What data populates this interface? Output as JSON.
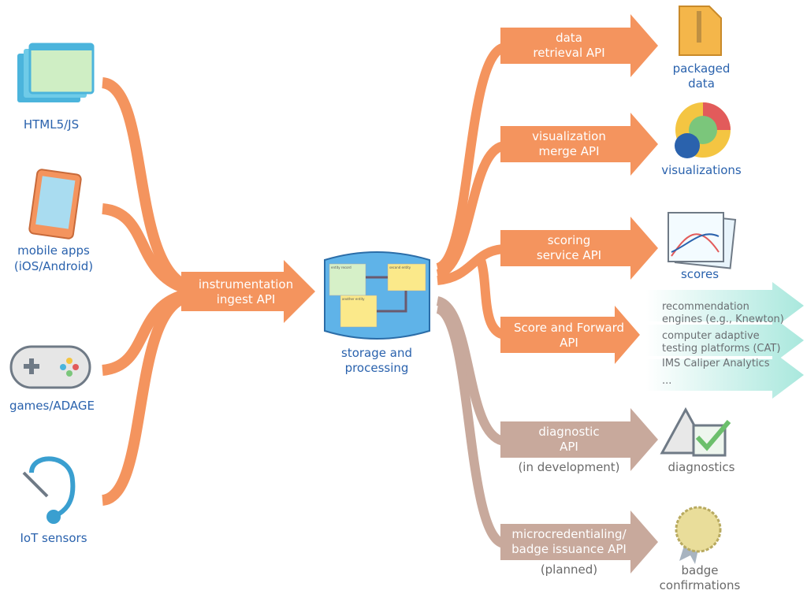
{
  "colors": {
    "orange": "#f4945e",
    "taupe": "#c8a99c",
    "label_blue": "#2a62ad",
    "gray_text": "#6a6a6a",
    "teal": "#bfeee6"
  },
  "sources": [
    {
      "label": "HTML5/JS",
      "icon": "browser-window-icon"
    },
    {
      "label_lines": [
        "mobile apps",
        "(iOS/Android)"
      ],
      "icon": "tablet-icon"
    },
    {
      "label": "games/ADAGE",
      "icon": "gamepad-icon"
    },
    {
      "label": "IoT sensors",
      "icon": "headset-sensor-icon"
    }
  ],
  "ingest": {
    "lines": [
      "instrumentation",
      "ingest API"
    ]
  },
  "storage": {
    "lines": [
      "storage and",
      "processing"
    ],
    "icon": "database-schema-icon",
    "entities": [
      "entity record",
      "second entity",
      "another entity"
    ]
  },
  "outputs": [
    {
      "api": [
        "data",
        "retrieval API"
      ],
      "result": [
        "packaged",
        "data"
      ],
      "icon": "zip-file-icon",
      "status": ""
    },
    {
      "api": [
        "visualization",
        "merge API"
      ],
      "result": [
        "visualizations"
      ],
      "icon": "pie-chart-icon",
      "status": ""
    },
    {
      "api": [
        "scoring",
        "service API"
      ],
      "result": [
        "scores"
      ],
      "icon": "scatter-plot-icon",
      "status": ""
    },
    {
      "api": [
        "Score and Forward",
        "API"
      ],
      "result": [],
      "icon": "",
      "status": ""
    },
    {
      "api": [
        "diagnostic",
        "API"
      ],
      "result": [
        "diagnostics"
      ],
      "icon": "warning-check-icon",
      "status": "(in development)"
    },
    {
      "api": [
        "microcredentialing/",
        "badge issuance API"
      ],
      "result": [
        "badge",
        "confirmations"
      ],
      "icon": "badge-seal-icon",
      "status": "(planned)"
    }
  ],
  "forward_targets": [
    [
      "recommendation",
      "engines (e.g., Knewton)"
    ],
    [
      "computer adaptive",
      "testing platforms (CAT)"
    ],
    [
      "IMS Caliper Analytics"
    ],
    [
      "..."
    ]
  ]
}
